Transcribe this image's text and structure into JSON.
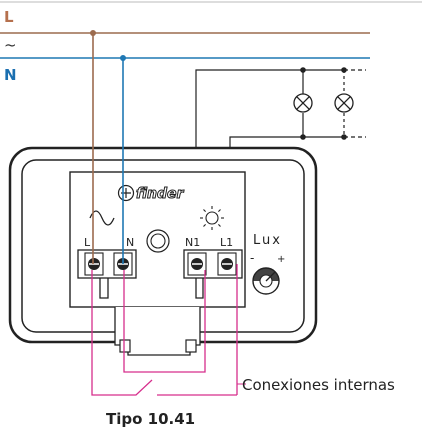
{
  "bus": {
    "line_label": "L",
    "ac_label": "~",
    "neutral_label": "N"
  },
  "device": {
    "brand": "finder",
    "terminal_l": "L",
    "terminal_n": "N",
    "terminal_n1": "N1",
    "terminal_l1": "L1",
    "lux_label": "Lux",
    "pot_minus": "-",
    "pot_plus": "+"
  },
  "labels": {
    "internal_connections": "Conexiones internas",
    "type": "Tipo 10.41"
  },
  "colors": {
    "live": "#9c6b4e",
    "neutral": "#1f78b4",
    "internal": "#d62e8c",
    "label_live": "#b5704d",
    "label_neutral": "#1b6fb0",
    "wire": "#222222"
  }
}
